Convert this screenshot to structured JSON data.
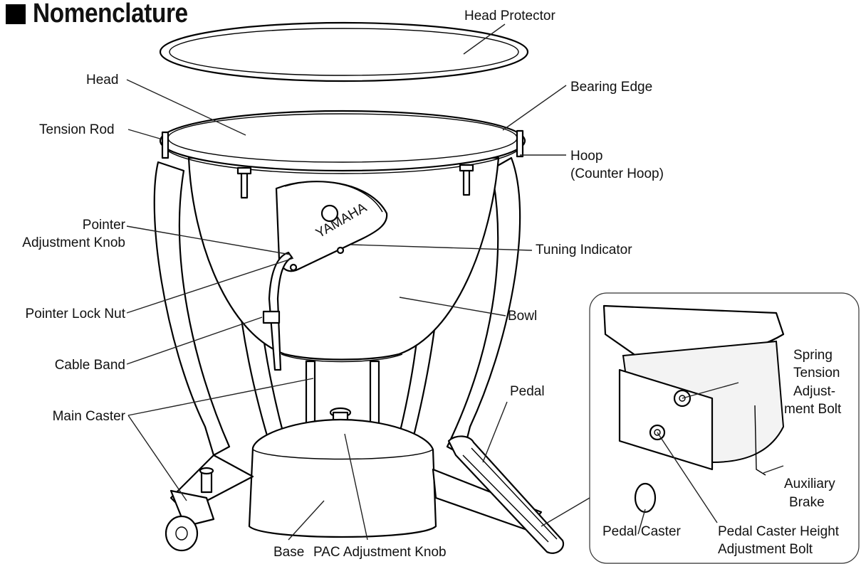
{
  "heading": {
    "title": "Nomenclature"
  },
  "labels": {
    "head_protector": "Head Protector",
    "head": "Head",
    "bearing_edge": "Bearing Edge",
    "tension_rod": "Tension Rod",
    "hoop": "Hoop",
    "counter_hoop": "(Counter Hoop)",
    "pointer_adjustment_knob_1": "Pointer",
    "pointer_adjustment_knob_2": "Adjustment Knob",
    "tuning_indicator": "Tuning Indicator",
    "pointer_lock_nut": "Pointer Lock Nut",
    "bowl": "Bowl",
    "cable_band": "Cable Band",
    "main_caster": "Main Caster",
    "pedal": "Pedal",
    "base": "Base",
    "pac_adjustment_knob": "PAC Adjustment Knob",
    "spring_tension_1": "Spring",
    "spring_tension_2": "Tension",
    "spring_tension_3": "Adjust-",
    "spring_tension_4": "ment Bolt",
    "auxiliary_brake_1": "Auxiliary",
    "auxiliary_brake_2": "Brake",
    "pedal_caster": "Pedal Caster",
    "pedal_caster_height_1": "Pedal Caster Height",
    "pedal_caster_height_2": "Adjustment Bolt"
  },
  "logo_text": "YAMAHA"
}
